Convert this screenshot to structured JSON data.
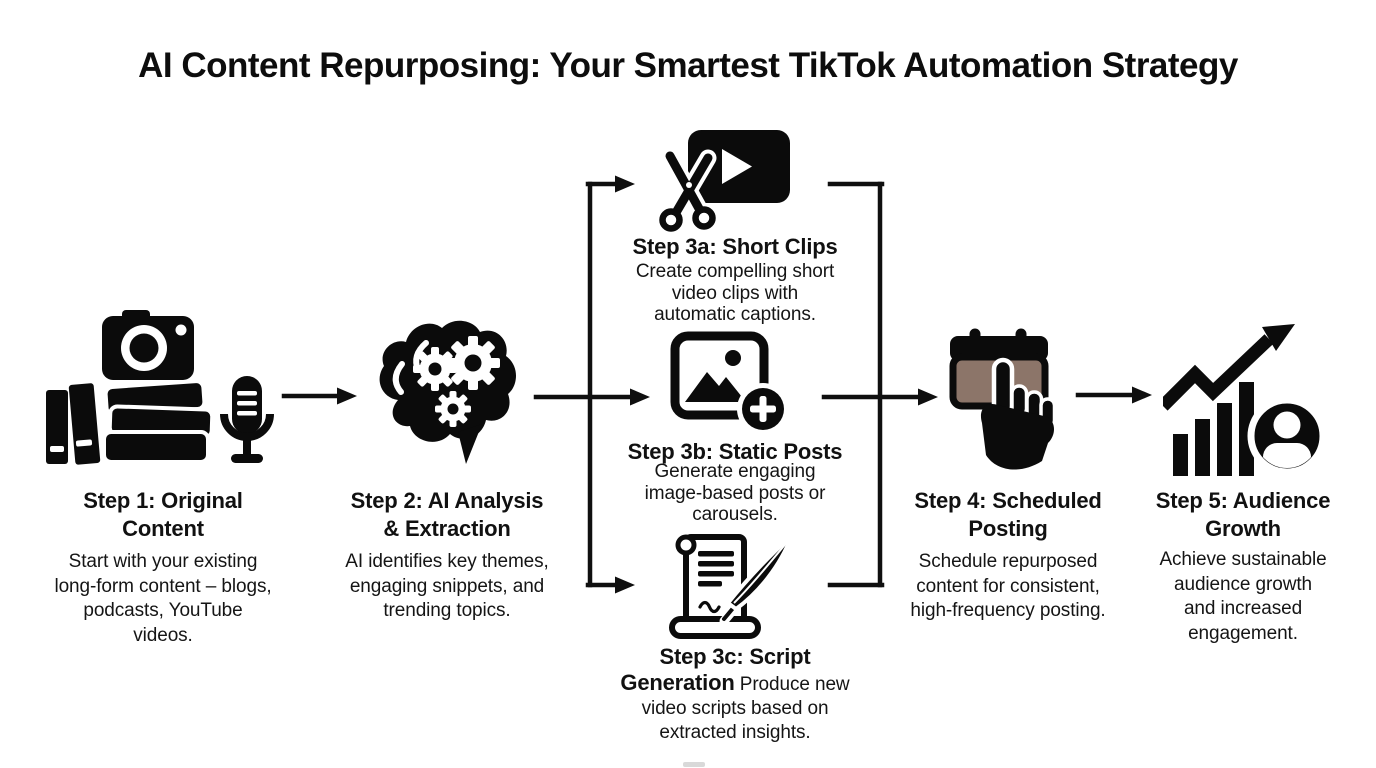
{
  "title": "AI Content Repurposing: Your Smartest TikTok Automation Strategy",
  "colors": {
    "background": "#ffffff",
    "ink": "#0f0f0f",
    "calendar_fill": "#8c7569"
  },
  "steps": {
    "step1": {
      "heading": "Step 1: Original Content",
      "body": "Start with your existing long-form content – blogs, podcasts, YouTube videos.",
      "icon": "books-camera-microphone-icon"
    },
    "step2": {
      "heading": "Step 2: AI Analysis & Extraction",
      "body": "AI identifies key themes, engaging snippets, and trending topics.",
      "icon": "brain-gears-icon"
    },
    "step3a": {
      "heading": "Step 3a: Short Clips",
      "body": "Create compelling short video clips with automatic captions.",
      "icon": "scissors-video-icon"
    },
    "step3b": {
      "heading": "Step 3b: Static Posts",
      "body": "Generate engaging image-based posts or carousels.",
      "icon": "image-plus-icon"
    },
    "step3c": {
      "heading": "Step 3c: Script Generation",
      "body": "Produce new video scripts based on extracted insights.",
      "icon": "scroll-quill-icon"
    },
    "step4": {
      "heading": "Step 4: Scheduled Posting",
      "body": "Schedule repurposed content for consistent, high-frequency posting.",
      "icon": "calendar-hand-icon"
    },
    "step5": {
      "heading": "Step 5: Audience Growth",
      "body": "Achieve sustainable audience growth and increased engagement.",
      "icon": "chart-growth-user-icon"
    }
  }
}
